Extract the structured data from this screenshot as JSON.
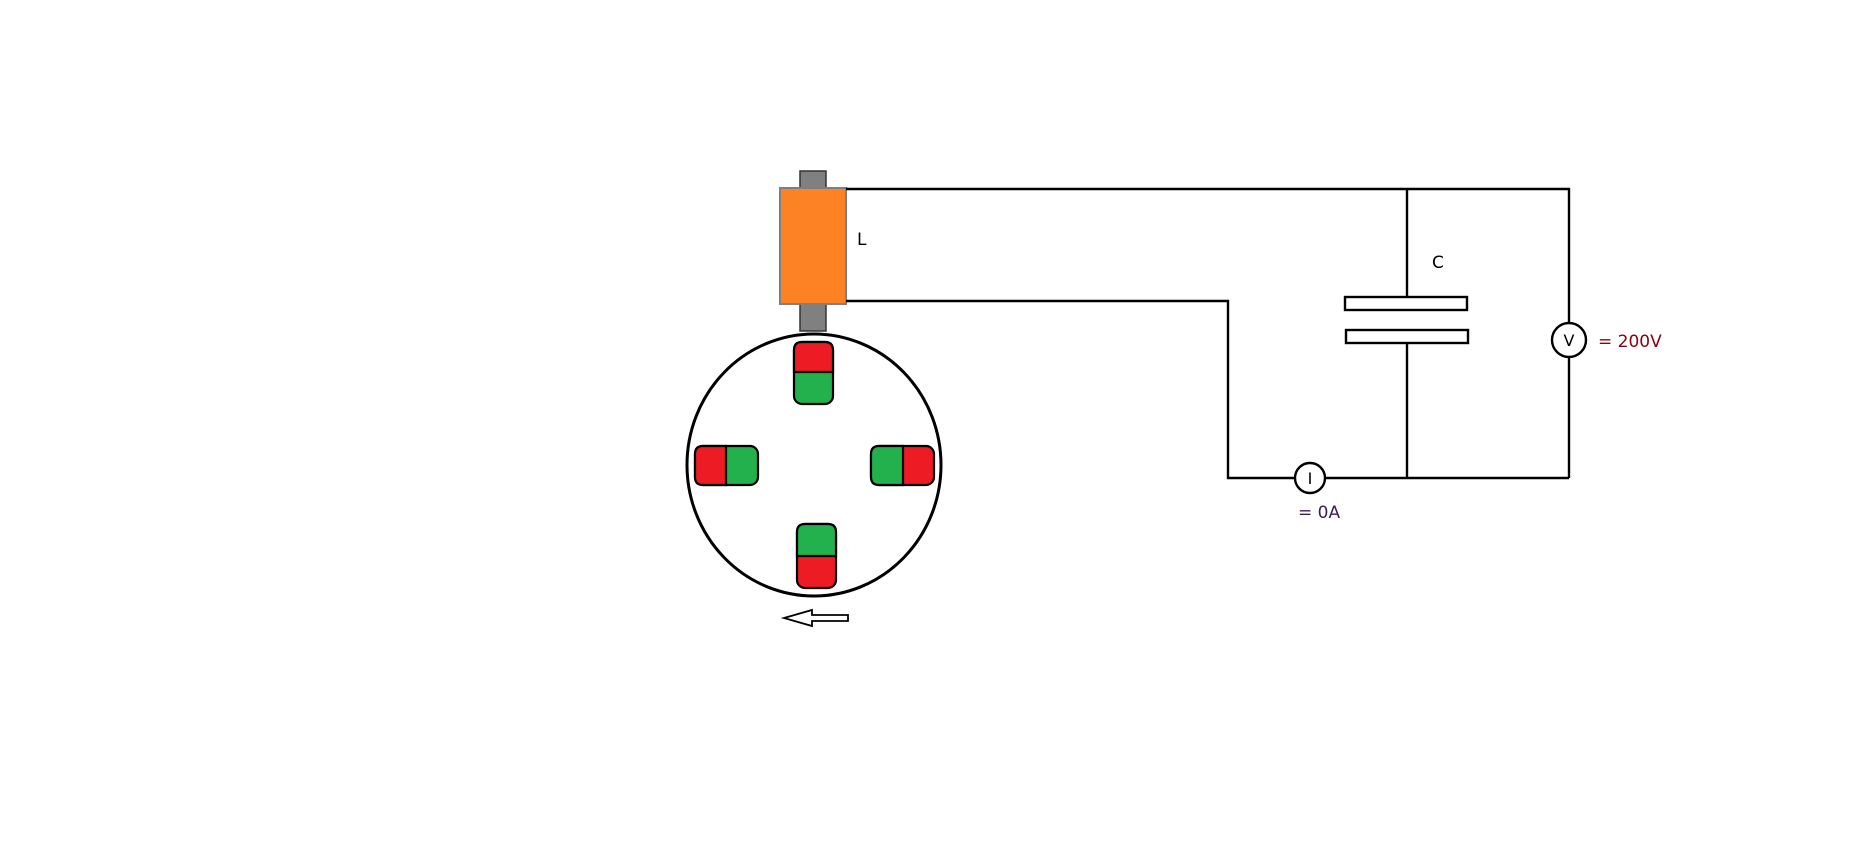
{
  "labels": {
    "inductor": "L",
    "capacitor": "C",
    "voltmeter_symbol": "V",
    "voltmeter_reading": "= 200V",
    "ammeter_symbol": "I",
    "ammeter_reading": "= 0A"
  },
  "colors": {
    "inductor": "#fd8224",
    "inductor_core": "#808080",
    "magnet_north": "#ed1c24",
    "magnet_south": "#22b14c",
    "voltage_text": "#880015",
    "current_text": "#3f1a5b"
  },
  "rotor": {
    "rotation": "counter-clockwise",
    "arrow_icon": "left-arrow-icon"
  }
}
